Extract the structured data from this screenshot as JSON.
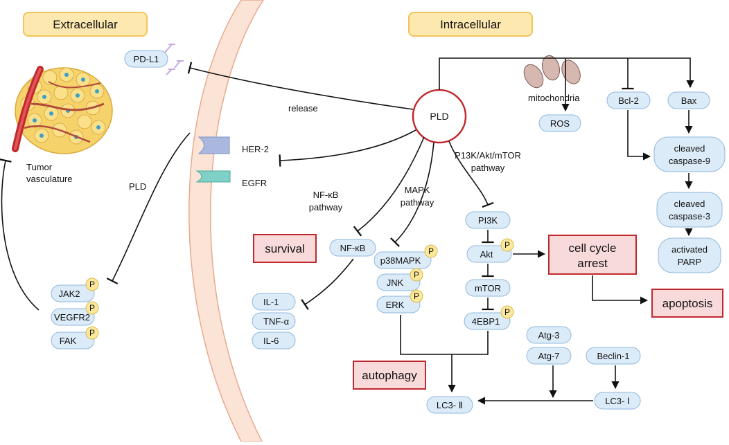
{
  "headers": {
    "extracellular": "Extracellular",
    "intracellular": "Intracellular"
  },
  "colors": {
    "header_fill": "#fde8b0",
    "header_stroke": "#f2c55a",
    "pill_fill": "#dcebf8",
    "pill_stroke": "#8fb7dc",
    "outcome_fill": "#f9dada",
    "outcome_stroke": "#c0282d",
    "pld_stroke": "#c0282d",
    "phospho_fill": "#fce89a",
    "membrane_fill": "#fbe3d6",
    "membrane_stroke": "#e8a98f"
  },
  "center_node": "PLD",
  "phospho_symbol": "P",
  "nodes": {
    "pd_l1": "PD-L1",
    "her2": "HER-2",
    "egfr": "EGFR",
    "jak2": "JAK2",
    "vegfr2": "VEGFR2",
    "fak": "FAK",
    "nfkb": "NF-κB",
    "il1": "IL-1",
    "tnfa": "TNF-α",
    "il6": "IL-6",
    "p38mapk": "p38MAPK",
    "jnk": "JNK",
    "erk": "ERK",
    "pi3k": "PI3K",
    "akt": "Akt",
    "mtor": "mTOR",
    "ebp1": "4EBP1",
    "ros": "ROS",
    "bcl2": "Bcl-2",
    "bax": "Bax",
    "cleaved_casp9": [
      "cleaved",
      "caspase-9"
    ],
    "cleaved_casp3": [
      "cleaved",
      "caspase-3"
    ],
    "activated_parp": [
      "activated",
      "PARP"
    ],
    "atg3": "Atg-3",
    "atg7": "Atg-7",
    "beclin1": "Beclin-1",
    "lc3_i": "LC3- Ⅰ",
    "lc3_ii": "LC3- Ⅱ"
  },
  "labels": {
    "release": "release",
    "mitochondria": "mitochondria",
    "tumor_vasculature": [
      "Tumor",
      "vasculature"
    ],
    "pld_left": "PLD",
    "nfkb_pathway": [
      "NF-κB",
      "pathway"
    ],
    "mapk_pathway": [
      "MAPK",
      "pathway"
    ],
    "pi3k_pathway": [
      "P13K/Akt/mTOR",
      "pathway"
    ]
  },
  "outcomes": {
    "survival": "survival",
    "cell_cycle_arrest": [
      "cell cycle",
      "arrest"
    ],
    "apoptosis": "apoptosis",
    "autophagy": "autophagy"
  }
}
